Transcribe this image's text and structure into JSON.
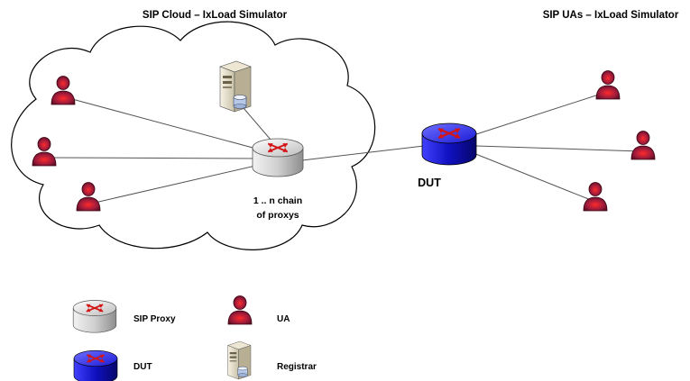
{
  "titles": {
    "cloud": "SIP Cloud – IxLoad Simulator",
    "uas": "SIP UAs – IxLoad Simulator"
  },
  "diagram": {
    "proxy_label_line1": "1 .. n chain",
    "proxy_label_line2": "of proxys",
    "dut_label": "DUT"
  },
  "legend": {
    "sip_proxy": "SIP Proxy",
    "ua": "UA",
    "dut": "DUT",
    "registrar": "Registrar"
  },
  "colors": {
    "ua_body": "#a01c3c",
    "ua_glow": "#ff1a1a",
    "dut_blue": "#1a1ad6",
    "proxy_gray": "#d9d9d9",
    "arrow_red": "#d41414",
    "line": "#555555"
  }
}
